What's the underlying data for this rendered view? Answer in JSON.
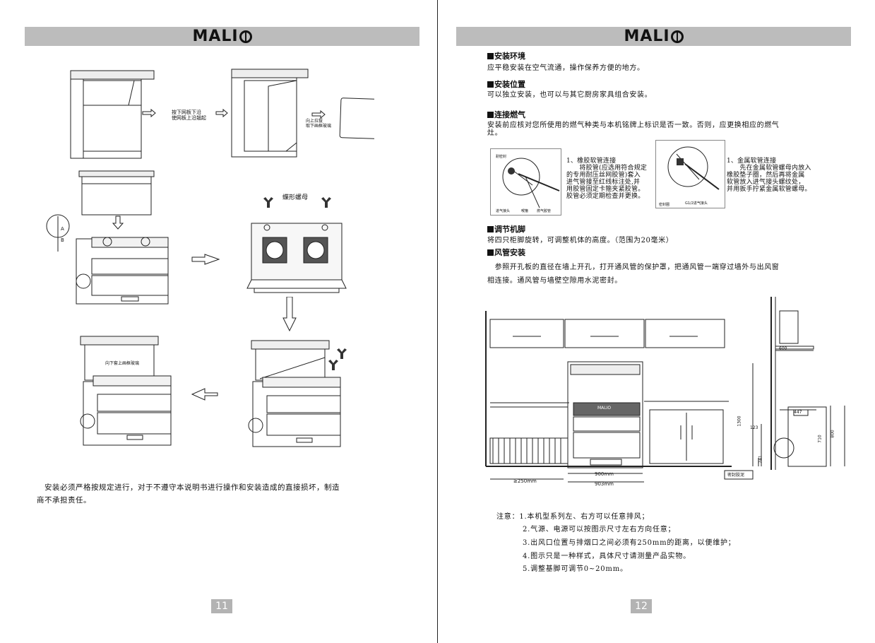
{
  "brand": "MALI",
  "left": {
    "figure_labels": {
      "press_panel": [
        "按下网板下沿",
        "使网板上沿翘起"
      ],
      "lift_glass": [
        "向上拉拔",
        "取下画框玻璃"
      ],
      "wing_nut": "蝶形螺母",
      "point_a": "A",
      "point_b": "B",
      "install_glass": "向下套上画框玻璃"
    },
    "caption": [
      "　安装必须严格按规定进行，对于不遵守本说明书进行操作和安装造成的直接损坏，制造",
      "商不承担责任。"
    ],
    "page_number": "11"
  },
  "right": {
    "sections": {
      "env": {
        "title": "安装环境",
        "text": "应平稳安装在空气流通，操作保养方便的地方。"
      },
      "pos": {
        "title": "安装位置",
        "text": "可以独立安装，也可以与其它厨房家具组合安装。"
      },
      "gas": {
        "title": "连接燃气",
        "text": [
          "安装前应核对您所使用的燃气种类与本机铭牌上标识是否一致。否则，应更换相应的燃气",
          "灶。"
        ]
      },
      "feet": {
        "title": "调节机脚",
        "text": "将四只柜脚旋转，可调整机体的高度。（范围为20毫米）"
      },
      "duct": {
        "title": "风管安装",
        "text": [
          "　参照开孔板的直径在墙上开孔，打开通风管的保护罩，把通风管一端穿过墙外与出风窗",
          "相连接。通风管与墙壁空隙用水泥密封。"
        ]
      }
    },
    "hose1": {
      "lines": [
        "1、橡胶软管连接",
        "　　将胶管(应选用符合规定",
        "的专用耐压丝网胶管)套入",
        "进气管接至红线标注处,并",
        "用胶管固定卡箍夹紧胶管。",
        "胶管必须定期检查并更换。"
      ],
      "labels": {
        "top": "耐密封",
        "b1": "进气接头",
        "b2": "喉箍",
        "b3": "燃气胶管"
      }
    },
    "hose2": {
      "lines": [
        "1、金属软管连接",
        "　　先在金属软管螺母内放入",
        "橡胶垫子圈，然后再将金属",
        "软管放入进气接头螺纹处，",
        "并用扳手拧紧金属软管螺母。"
      ],
      "labels": {
        "b1": "密封圈",
        "b2": "G1/2进气接头"
      }
    },
    "dims": {
      "d600": "600",
      "d1300": "1300",
      "d123": "123",
      "d447": "447",
      "d710": "710",
      "d800": "800",
      "d241": "241",
      "d900": "900mm",
      "d903": "903mm",
      "d250": "≥250mm",
      "stove_logo": "MALIO",
      "seal": "密封胶泥"
    },
    "notes": [
      "注意：1.本机型系列左、右方可以任意排风；",
      "2.气源、电源可以按图示尺寸左右方向任意；",
      "3.出风口位置与排烟口之间必须有250mm的距离，以便维护；",
      "4.图示只是一种样式，具体尺寸请测量产品实物。",
      "5.调整基脚可调节0~20mm。"
    ],
    "page_number": "12"
  }
}
